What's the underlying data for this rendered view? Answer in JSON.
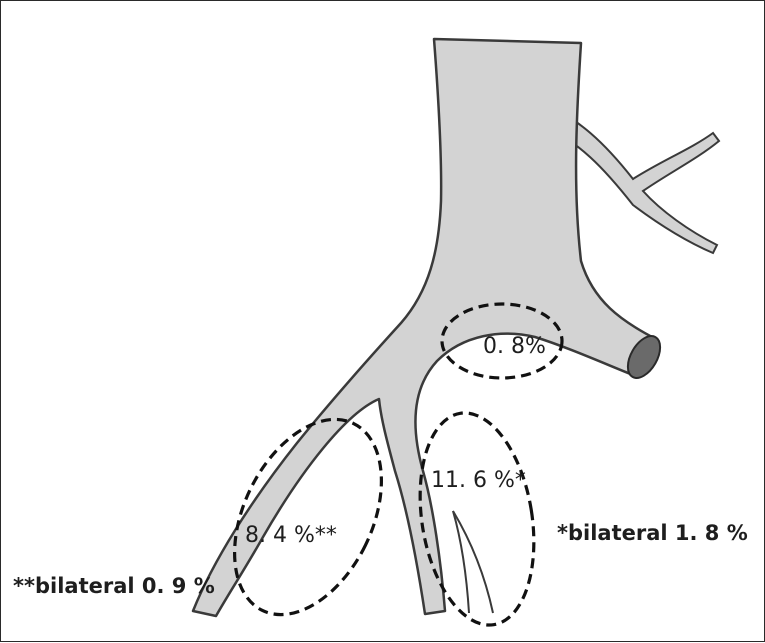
{
  "colors": {
    "vessel_fill": "#d3d3d3",
    "vessel_stroke": "#3a3a3a",
    "dash": "#111111",
    "text": "#1e1e1e"
  },
  "labels": {
    "pct_small": "0. 8%",
    "pct_right": "11. 6 %*",
    "pct_left": "8. 4 %**",
    "note_right": "*bilateral 1. 8 %",
    "note_left": "**bilateral 0. 9 %"
  }
}
